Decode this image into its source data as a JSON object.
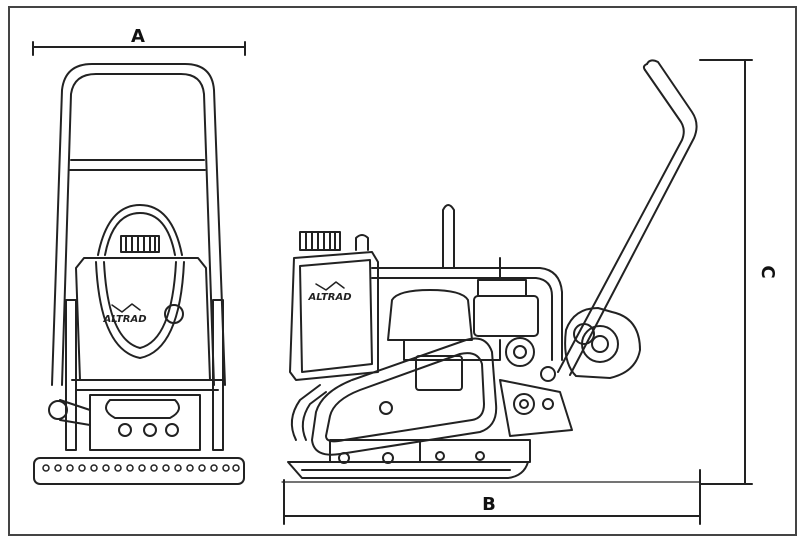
{
  "dimensions": {
    "a_label": "A",
    "b_label": "B",
    "c_label": "C"
  },
  "logo": {
    "front_text": "ALTRAD",
    "side_text": "ALTRAD"
  },
  "colors": {
    "line": "#222222",
    "background": "#ffffff"
  }
}
